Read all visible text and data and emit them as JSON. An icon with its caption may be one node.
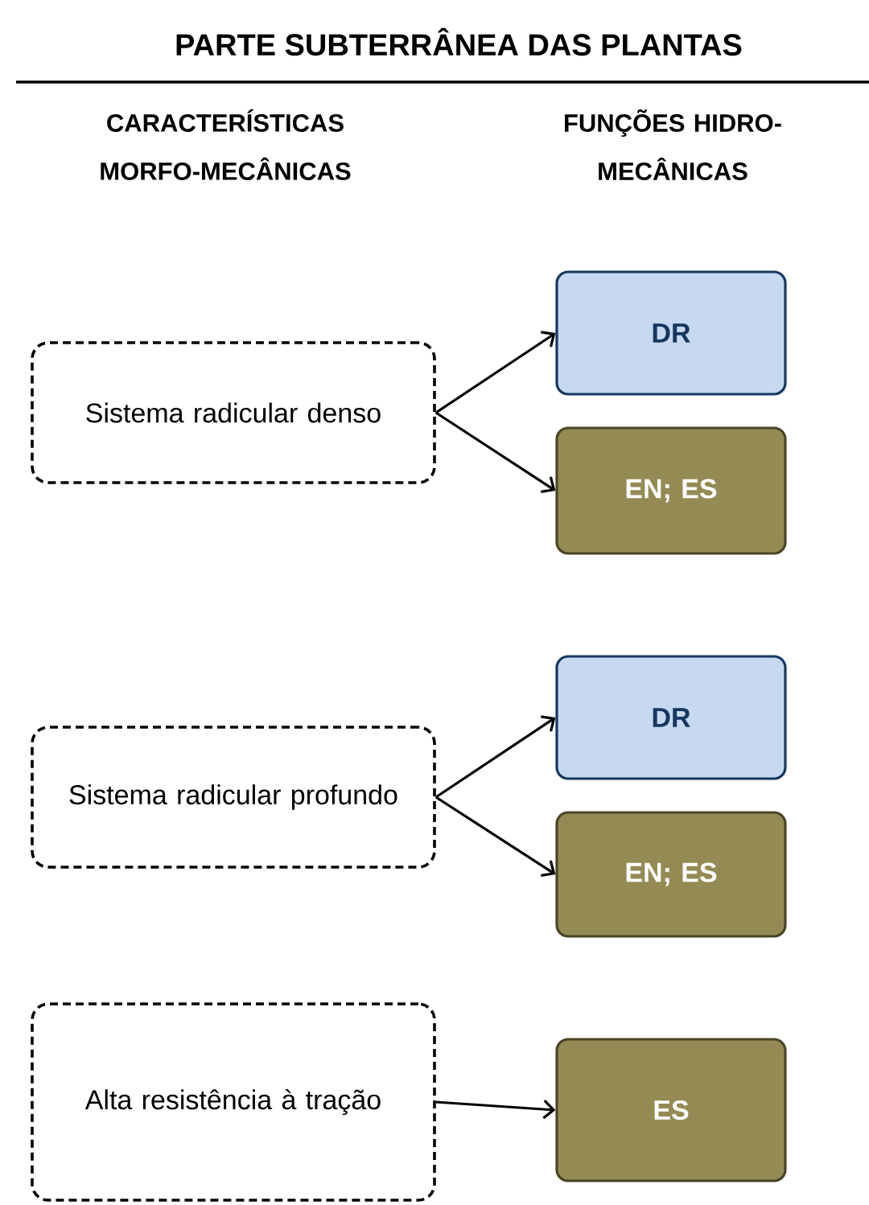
{
  "diagram": {
    "title": "PARTE SUBTERRÂNEA DAS PLANTAS",
    "nodes": [
      {
        "text": [
          "Sistema radicular denso"
        ]
      },
      {
        "text": [
          "DR"
        ]
      },
      {
        "text": [
          "EN; ES"
        ]
      },
      {
        "text": [
          "Sistema radicular profundo"
        ]
      },
      {
        "text": [
          "DR"
        ]
      },
      {
        "text": [
          "EN; ES"
        ]
      },
      {
        "text": [
          "Alta resistência à tração"
        ]
      },
      {
        "text": [
          "ES"
        ]
      }
    ],
    "edges": [
      {
        "from": 0,
        "to": 1,
        "arrow": "to"
      },
      {
        "from": 0,
        "to": 2,
        "arrow": "to"
      },
      {
        "from": 3,
        "to": 4,
        "arrow": "to"
      },
      {
        "from": 3,
        "to": 5,
        "arrow": "to"
      },
      {
        "from": 6,
        "to": 7,
        "arrow": "to"
      }
    ],
    "labels": [
      "CARACTERÍSTICAS MORFO-MECÂNICAS",
      "FUNÇÕES HIDRO-MECÂNICAS"
    ]
  }
}
